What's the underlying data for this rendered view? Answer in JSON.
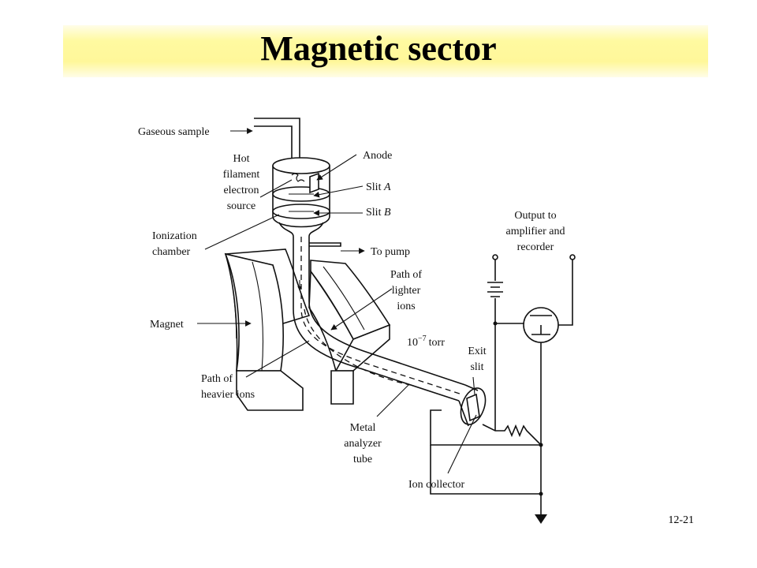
{
  "slide": {
    "title": "Magnetic sector",
    "number": "12-21"
  },
  "diagram": {
    "labels": {
      "gaseous_sample": "Gaseous sample",
      "hot_filament_1": "Hot",
      "hot_filament_2": "filament",
      "hot_filament_3": "electron",
      "hot_filament_4": "source",
      "anode": "Anode",
      "slit_a_prefix": "Slit",
      "slit_a_letter": "A",
      "slit_b_prefix": "Slit",
      "slit_b_letter": "B",
      "ionization_1": "Ionization",
      "ionization_2": "chamber",
      "to_pump": "To pump",
      "output_1": "Output to",
      "output_2": "amplifier and",
      "output_3": "recorder",
      "lighter_1": "Path of",
      "lighter_2": "lighter",
      "lighter_3": "ions",
      "magnet": "Magnet",
      "pressure_base": "10",
      "pressure_exp": "−7",
      "pressure_unit": "torr",
      "exit_1": "Exit",
      "exit_2": "slit",
      "heavier_1": "Path of",
      "heavier_2": "heavier ions",
      "metal_1": "Metal",
      "metal_2": "analyzer",
      "metal_3": "tube",
      "ion_collector": "Ion collector"
    }
  }
}
